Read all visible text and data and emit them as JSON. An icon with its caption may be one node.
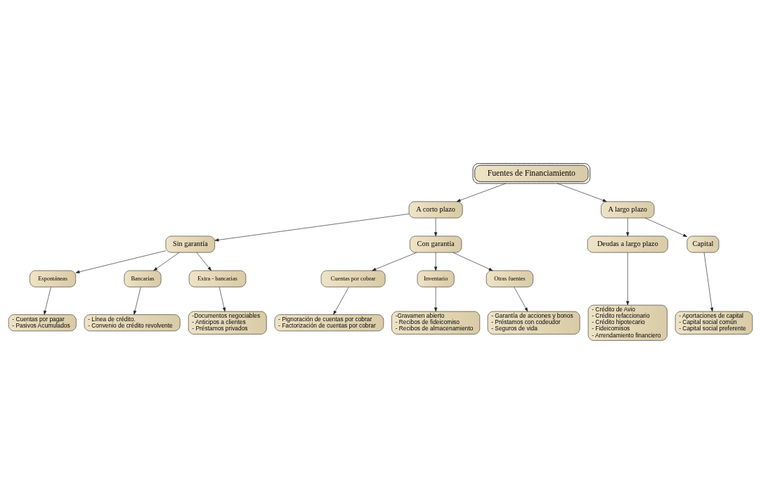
{
  "diagram": {
    "nodes": [
      {
        "text": [
          "Fuentes de Financiamiento"
        ]
      },
      {
        "text": [
          "A corto plazo"
        ]
      },
      {
        "text": [
          "A largo plazo"
        ]
      },
      {
        "text": [
          "Sin garantía"
        ]
      },
      {
        "text": [
          "Con garantía"
        ]
      },
      {
        "text": [
          "Deudas a largo plazo"
        ]
      },
      {
        "text": [
          "Capital"
        ]
      },
      {
        "text": [
          "Espontáneas"
        ]
      },
      {
        "text": [
          "Bancarias"
        ]
      },
      {
        "text": [
          "Extra - bancarias"
        ]
      },
      {
        "text": [
          "Cuentas por cobrar"
        ]
      },
      {
        "text": [
          "Inventario"
        ]
      },
      {
        "text": [
          "Otras fuentes"
        ]
      },
      {
        "text": [
          "- Cuentas por pagar",
          "- Pasivos Acumulados"
        ]
      },
      {
        "text": [
          "- Línea de crédito.",
          "- Convenio de crédito revolvente"
        ]
      },
      {
        "text": [
          "-Documentos negociables",
          "- Anticipos a clientes",
          "- Préstamos privados"
        ]
      },
      {
        "text": [
          "- Pignoración de cuentas por cobrar",
          "- Factorización de cuentas por cobrar"
        ]
      },
      {
        "text": [
          "-Gravamen abierto",
          "- Recibos de fideicomiso",
          "- Recibos de almacenamiento"
        ]
      },
      {
        "text": [
          "- Garantía de acciones y bonos",
          "- Préstamos con codeudor",
          "- Seguros de vida"
        ]
      },
      {
        "text": [
          "- Crédito de Avio",
          "- Crédito refaccionario",
          "- Crédito hipotecario",
          "- Fideicomisos",
          "- Arrendamiento financiero"
        ]
      },
      {
        "text": [
          "- Aportaciones de capital",
          "- Capital social común",
          "- Capital social preferente"
        ]
      }
    ],
    "edges": [
      {
        "from": 0,
        "to": 1,
        "arrow": "to"
      },
      {
        "from": 0,
        "to": 2,
        "arrow": "to"
      },
      {
        "from": 1,
        "to": 3,
        "arrow": "to"
      },
      {
        "from": 1,
        "to": 4,
        "arrow": "to"
      },
      {
        "from": 2,
        "to": 5,
        "arrow": "to"
      },
      {
        "from": 2,
        "to": 6,
        "arrow": "to"
      },
      {
        "from": 3,
        "to": 7,
        "arrow": "to"
      },
      {
        "from": 3,
        "to": 8,
        "arrow": "to"
      },
      {
        "from": 3,
        "to": 9,
        "arrow": "to"
      },
      {
        "from": 4,
        "to": 10,
        "arrow": "to"
      },
      {
        "from": 4,
        "to": 11,
        "arrow": "to"
      },
      {
        "from": 4,
        "to": 12,
        "arrow": "to"
      },
      {
        "from": 7,
        "to": 13,
        "arrow": "to"
      },
      {
        "from": 8,
        "to": 14,
        "arrow": "to"
      },
      {
        "from": 9,
        "to": 15,
        "arrow": "to"
      },
      {
        "from": 10,
        "to": 16,
        "arrow": "to"
      },
      {
        "from": 11,
        "to": 17,
        "arrow": "to"
      },
      {
        "from": 12,
        "to": 18,
        "arrow": "to"
      },
      {
        "from": 5,
        "to": 19,
        "arrow": "to"
      },
      {
        "from": 6,
        "to": 20,
        "arrow": "to"
      }
    ]
  }
}
